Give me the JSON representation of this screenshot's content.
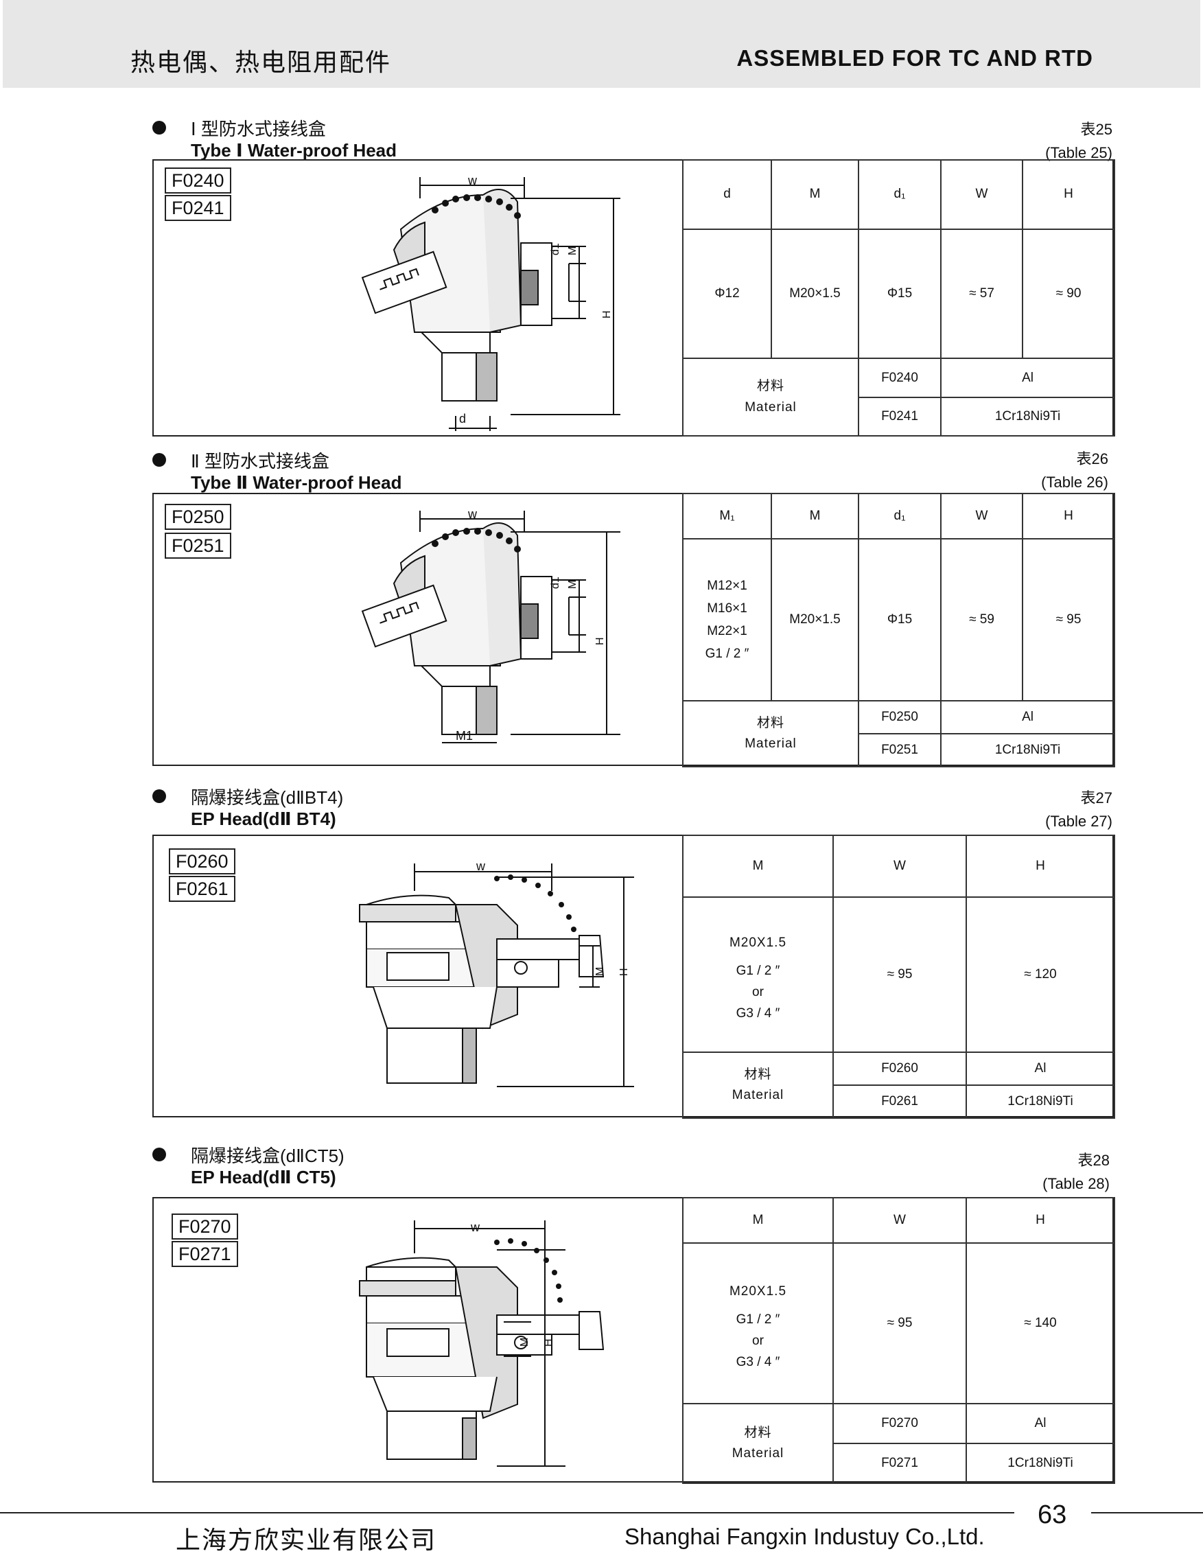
{
  "header": {
    "title_cn": "热电偶、热电阻用配件",
    "title_en": "ASSEMBLED FOR TC AND RTD"
  },
  "sections": [
    {
      "title_cn": "Ⅰ 型防水式接线盒",
      "title_en": "Tybe  Ⅰ  Water-proof Head",
      "table_cn": "表25",
      "table_en": "(Table 25)",
      "codes": [
        "F0240",
        "F0241"
      ],
      "columns": [
        "d",
        "M",
        "d₁",
        "W",
        "H"
      ],
      "values": [
        "Φ12",
        "M20×1.5",
        "Φ15",
        "≈ 57",
        "≈ 90"
      ],
      "material_cn": "材料",
      "material_en": "Material",
      "materials": [
        {
          "code": "F0240",
          "mat": "Al"
        },
        {
          "code": "F0241",
          "mat": "1Cr18Ni9Ti"
        }
      ],
      "dim_labels": {
        "w": "w",
        "d1": "d1",
        "m": "M",
        "h": "H",
        "bottom": "d"
      }
    },
    {
      "title_cn": "Ⅱ 型防水式接线盒",
      "title_en": "Tybe  Ⅱ  Water-proof Head",
      "table_cn": "表26",
      "table_en": "(Table 26)",
      "codes": [
        "F0250",
        "F0251"
      ],
      "columns": [
        "M₁",
        "M",
        "d₁",
        "W",
        "H"
      ],
      "values": [
        "M12×1",
        "M16×1",
        "M22×1",
        "G1 / 2 ″",
        "M20×1.5",
        "Φ15",
        "≈ 59",
        "≈ 95"
      ],
      "material_cn": "材料",
      "material_en": "Material",
      "materials": [
        {
          "code": "F0250",
          "mat": "Al"
        },
        {
          "code": "F0251",
          "mat": "1Cr18Ni9Ti"
        }
      ],
      "dim_labels": {
        "w": "w",
        "d1": "d1",
        "m": "M",
        "h": "H",
        "bottom": "M1"
      }
    },
    {
      "title_cn": "隔爆接线盒(dⅡBT4)",
      "title_en": "EP Head(dⅡ BT4)",
      "table_cn": "表27",
      "table_en": "(Table 27)",
      "codes": [
        "F0260",
        "F0261"
      ],
      "columns": [
        "M",
        "W",
        "H"
      ],
      "values": [
        "M20X1.5",
        "G1 / 2 ″",
        "or",
        "G3 / 4 ″",
        "≈ 95",
        "≈ 120"
      ],
      "material_cn": "材料",
      "material_en": "Material",
      "materials": [
        {
          "code": "F0260",
          "mat": "Al"
        },
        {
          "code": "F0261",
          "mat": "1Cr18Ni9Ti"
        }
      ],
      "dim_labels": {
        "w": "w",
        "m": "M",
        "h": "H"
      }
    },
    {
      "title_cn": "隔爆接线盒(dⅡCT5)",
      "title_en": "EP Head(dⅡ CT5)",
      "table_cn": "表28",
      "table_en": "(Table 28)",
      "codes": [
        "F0270",
        "F0271"
      ],
      "columns": [
        "M",
        "W",
        "H"
      ],
      "values": [
        "M20X1.5",
        "G1 / 2 ″",
        "or",
        "G3 / 4 ″",
        "≈ 95",
        "≈ 140"
      ],
      "material_cn": "材料",
      "material_en": "Material",
      "materials": [
        {
          "code": "F0270",
          "mat": "Al"
        },
        {
          "code": "F0271",
          "mat": "1Cr18Ni9Ti"
        }
      ],
      "dim_labels": {
        "w": "w",
        "m": "M",
        "h": "H"
      }
    }
  ],
  "footer": {
    "page": "63",
    "company_cn": "上海方欣实业有限公司",
    "company_en": "Shanghai Fangxin Industuy Co.,Ltd."
  }
}
